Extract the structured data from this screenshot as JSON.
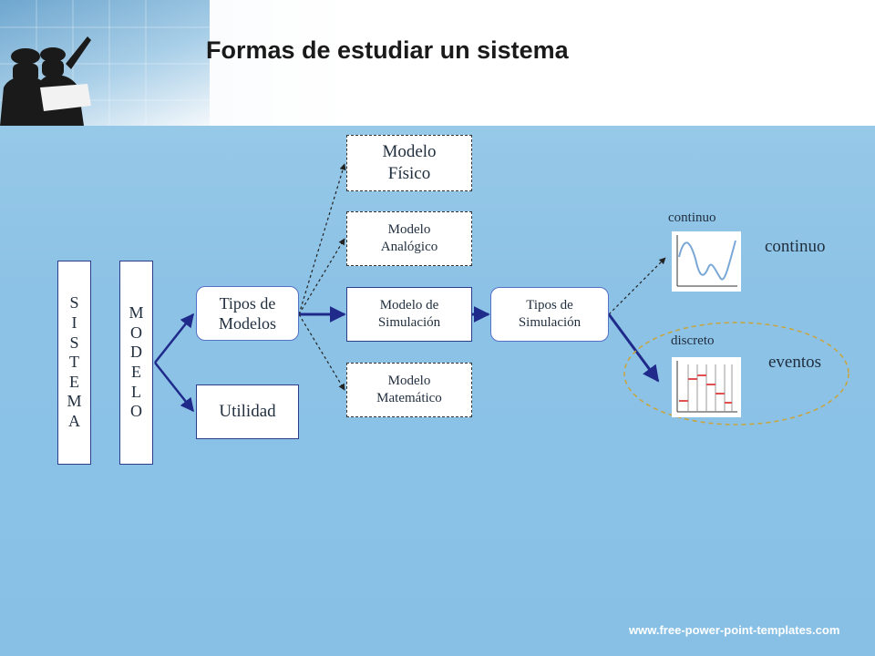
{
  "title": "Formas de estudiar un sistema",
  "footer": "www.free-power-point-templates.com",
  "sistema_letters": [
    "S",
    "I",
    "S",
    "T",
    "E",
    "M",
    "A"
  ],
  "modelo_letters": [
    "M",
    "O",
    "D",
    "E",
    "L",
    "O"
  ],
  "tipos_modelos": "Tipos de Modelos",
  "utilidad": "Utilidad",
  "modelo_fisico": "Modelo Físico",
  "modelo_analogico": "Modelo Analógico",
  "modelo_simulacion": "Modelo de Simulación",
  "modelo_matematico": "Modelo Matemático",
  "tipos_simulacion": "Tipos de Simulación",
  "label_continuo_small": "continuo",
  "label_continuo_big": "continuo",
  "label_discreto": "discreto",
  "label_eventos": "eventos",
  "colors": {
    "arrow": "#1f2a8a",
    "box_border": "#2a3e8c",
    "dashed_ellipse": "#c9a43a"
  }
}
